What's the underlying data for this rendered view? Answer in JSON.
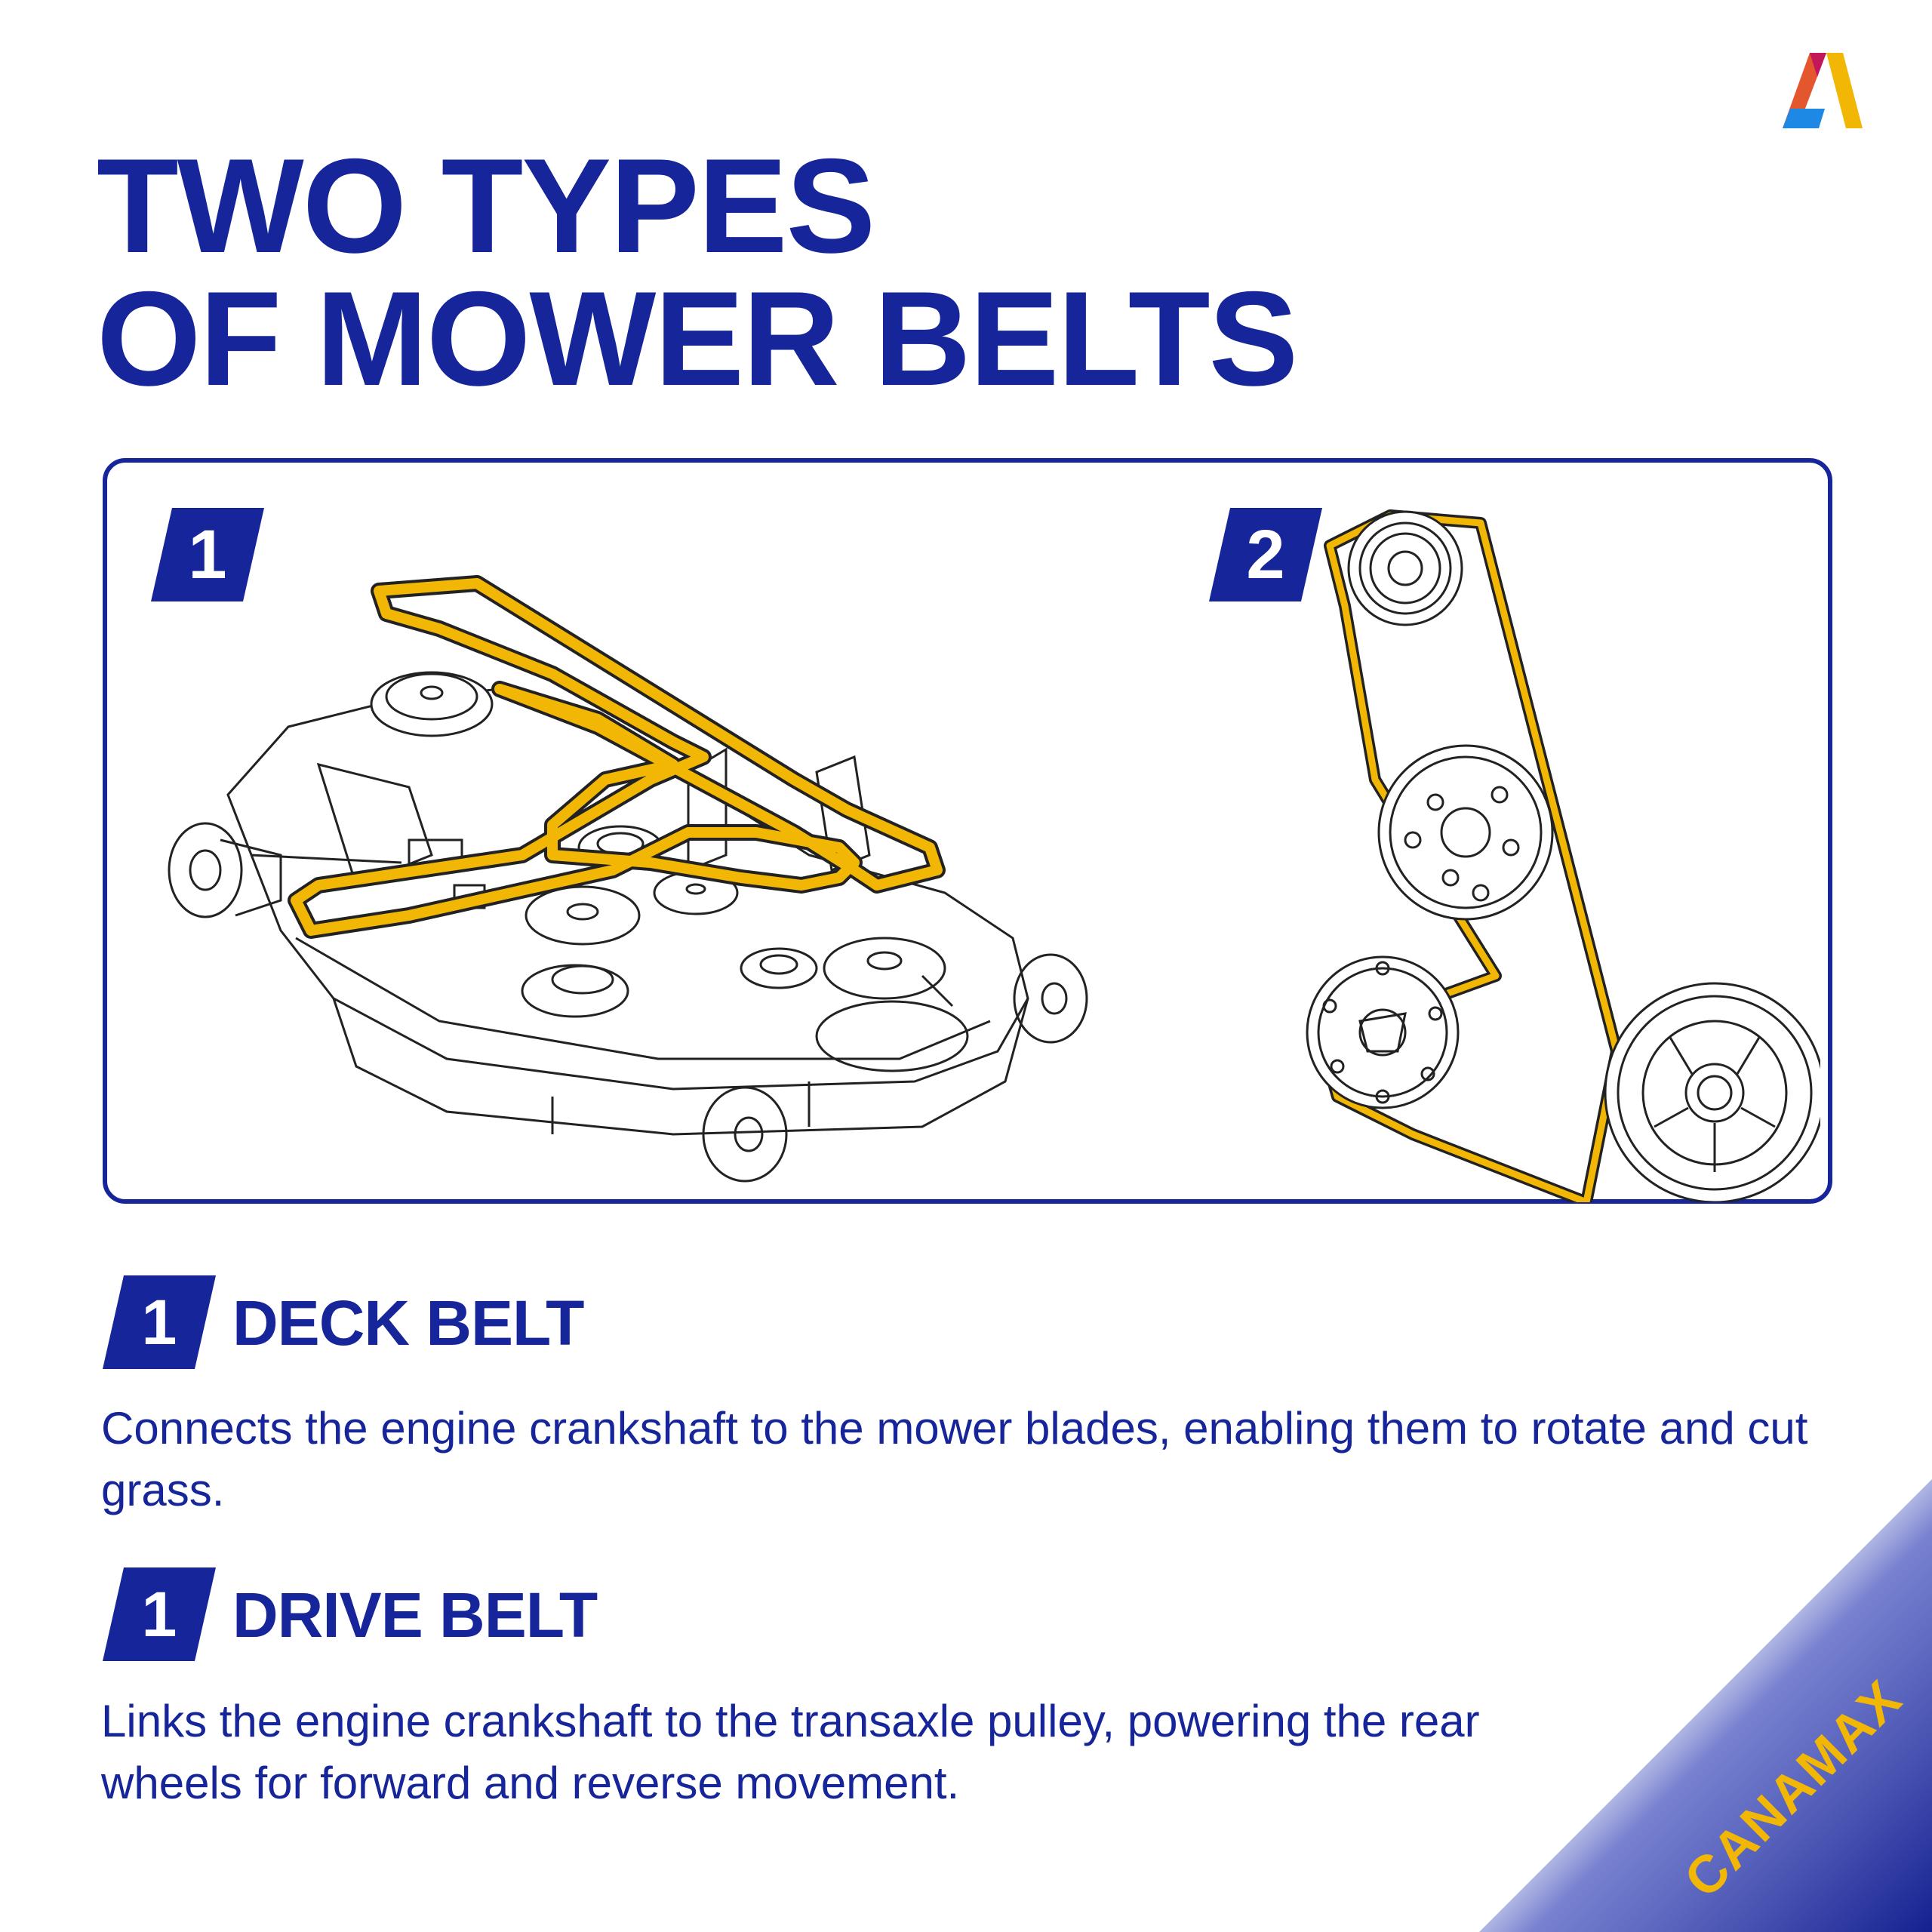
{
  "header": {
    "title_line1": "TWO TYPES",
    "title_line2": "OF MOWER BELTS"
  },
  "colors": {
    "navy": "#16269a",
    "belt_yellow": "#f2b705",
    "white": "#ffffff"
  },
  "diagram": {
    "left_badge": "1",
    "right_badge": "2"
  },
  "sections": [
    {
      "number": "1",
      "title": "DECK BELT",
      "description": "Connects the engine crankshaft to the mower blades, enabling them to rotate and cut grass."
    },
    {
      "number": "1",
      "title": "DRIVE BELT",
      "description": "Links the engine crankshaft to the transaxle pulley, powering the rear wheels for forward and reverse movement."
    }
  ],
  "brand": {
    "name": "CANAMAX"
  }
}
